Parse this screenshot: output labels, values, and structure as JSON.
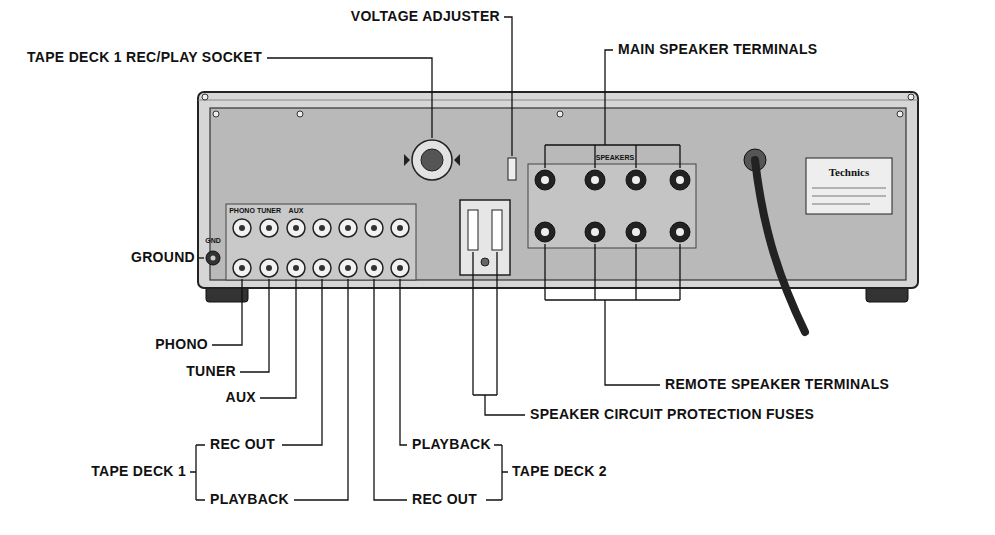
{
  "diagram": {
    "labels": [
      "VOLTAGE ADJUSTER",
      "TAPE DECK 1 REC/PLAY SOCKET",
      "MAIN SPEAKER TERMINALS",
      "GROUND",
      "PHONO",
      "TUNER",
      "AUX",
      "TAPE DECK 1",
      "REC OUT",
      "PLAYBACK",
      "PLAYBACK",
      "REC OUT",
      "TAPE DECK 2",
      "REMOTE SPEAKER TERMINALS",
      "SPEAKER CIRCUIT PROTECTION FUSES",
      "GND",
      "PHONO",
      "TUNER",
      "AUX",
      "SPEAKERS",
      "Technics"
    ]
  }
}
